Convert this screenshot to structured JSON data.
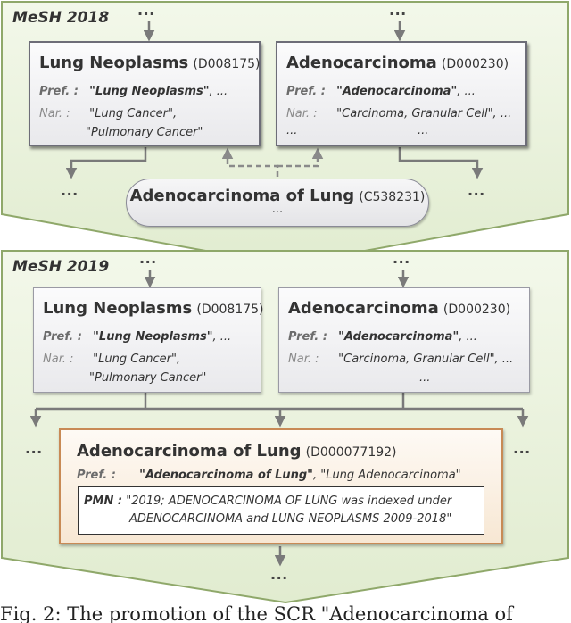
{
  "sections": {
    "mesh2018": {
      "title": "MeSH 2018",
      "incoming_dots": [
        "...",
        "..."
      ],
      "left_box": {
        "name": "Lung Neoplasms",
        "code": "(D008175)",
        "pref_label": "Pref. :",
        "pref_value_main": "\"Lung Neoplasms\"",
        "pref_value_rest": ", ...",
        "nar_label": "Nar. :",
        "nar_line1": "\"Lung Cancer\",",
        "nar_line2": "\"Pulmonary Cancer\""
      },
      "right_box": {
        "name": "Adenocarcinoma",
        "code": "(D000230)",
        "pref_label": "Pref. :",
        "pref_value_main": "\"Adenocarcinoma\"",
        "pref_value_rest": ", ...",
        "nar_label": "Nar. :",
        "nar_line1": "\"Carcinoma, Granular Cell\", ...",
        "nar_dots_left": "...",
        "nar_dots_right": "..."
      },
      "scr": {
        "name": "Adenocarcinoma of Lung",
        "code": "(C538231)",
        "dots": "..."
      },
      "outgoing_dots": [
        "...",
        "..."
      ]
    },
    "mesh2019": {
      "title": "MeSH 2019",
      "incoming_dots": [
        "...",
        "..."
      ],
      "left_box": {
        "name": "Lung Neoplasms",
        "code": "(D008175)",
        "pref_label": "Pref. :",
        "pref_value_main": "\"Lung Neoplasms\"",
        "pref_value_rest": ", ...",
        "nar_label": "Nar. :",
        "nar_line1": "\"Lung Cancer\",",
        "nar_line2": "\"Pulmonary Cancer\""
      },
      "right_box": {
        "name": "Adenocarcinoma",
        "code": "(D000230)",
        "pref_label": "Pref. :",
        "pref_value_main": "\"Adenocarcinoma\"",
        "pref_value_rest": ", ...",
        "nar_label": "Nar. :",
        "nar_line1": "\"Carcinoma, Granular Cell\", ...",
        "nar_dots_right": "..."
      },
      "outgoing_dots": [
        "...",
        "..."
      ],
      "new_descriptor": {
        "name": "Adenocarcinoma of Lung",
        "code": "(D000077192)",
        "pref_label": "Pref. :",
        "pref_value_main": "\"Adenocarcinoma of Lung\"",
        "pref_value_rest": ", \"Lung Adenocarcinoma\"",
        "pmn_label": "PMN :",
        "pmn_line1": "\"2019; ADENOCARCINOMA OF LUNG was indexed under",
        "pmn_line2": "ADENOCARCINOMA and LUNG NEOPLASMS 2009-2018\""
      },
      "bottom_dots": "..."
    }
  },
  "caption": "Fig. 2: The promotion of the SCR \"Adenocarcinoma of"
}
